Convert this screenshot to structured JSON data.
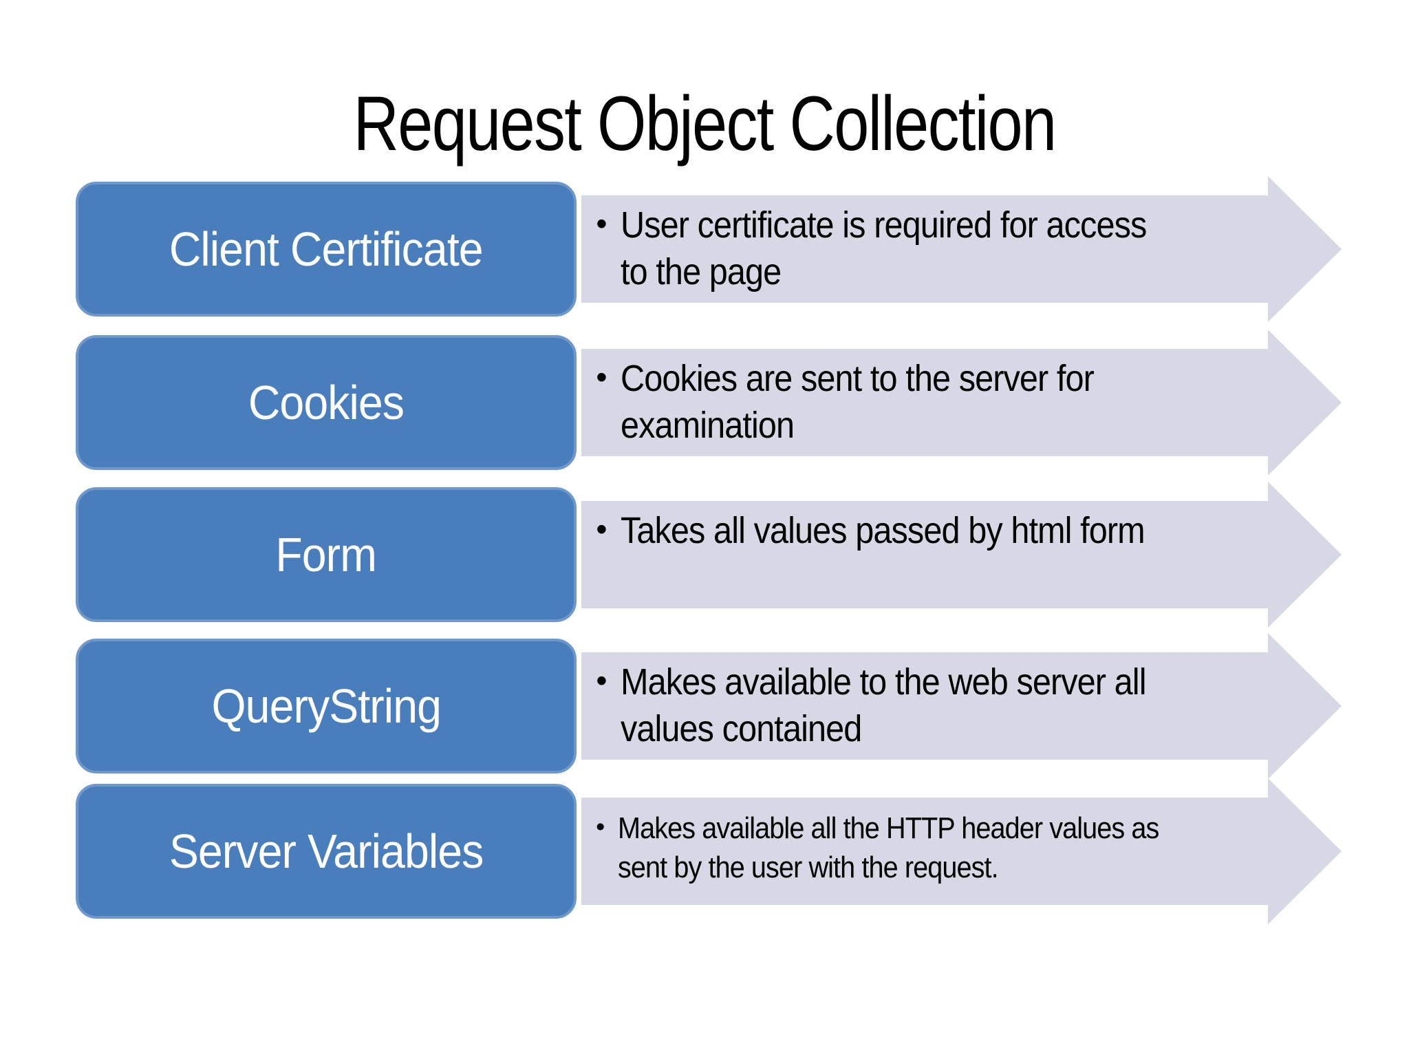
{
  "title": "Request Object Collection",
  "colors": {
    "stage_box_fill": "#4a7dbc",
    "stage_box_border": "#6e97cb",
    "arrow_fill": "#d6d9e5",
    "title_text": "#000000",
    "stage_label_text": "#ffffff",
    "description_text": "#000000"
  },
  "bullet_glyph": "•",
  "rows": [
    {
      "label": "Client Certificate",
      "description": "User certificate is required for access to the page"
    },
    {
      "label": "Cookies",
      "description": "Cookies are sent to the server for examination"
    },
    {
      "label": "Form",
      "description": "Takes all values passed by html form"
    },
    {
      "label": "QueryString",
      "description": "Makes available to the web server all values contained"
    },
    {
      "label": "Server Variables",
      "description": "Makes available all the HTTP header values as sent by the user with the request."
    }
  ]
}
